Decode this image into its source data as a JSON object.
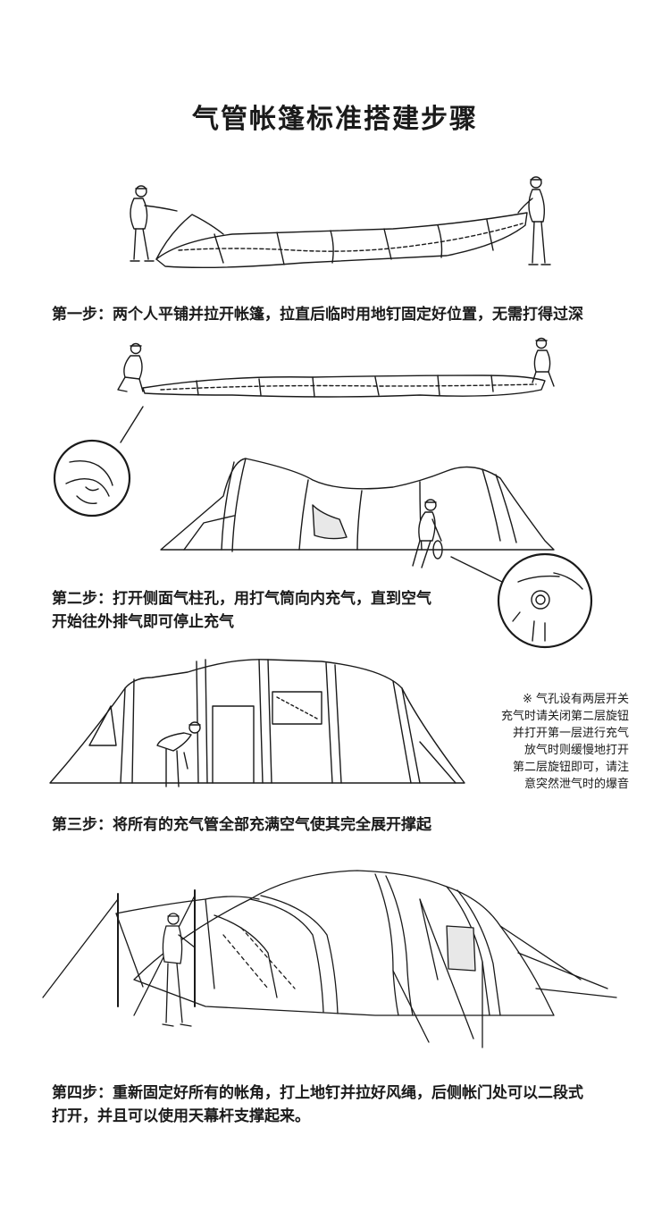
{
  "title": "气管帐篷标准搭建步骤",
  "steps": [
    {
      "text": "第一步：两个人平铺并拉开帐篷，拉直后临时用地钉固定好位置，无需打得过深"
    },
    {
      "text": "第二步：打开侧面气柱孔，用打气筒向内充气，直到空气\n开始往外排气即可停止充气"
    },
    {
      "text": "第三步：将所有的充气管全部充满空气使其完全展开撑起"
    },
    {
      "text": "第四步：重新固定好所有的帐角，打上地钉并拉好风绳，后侧帐门处可以二段式\n打开，并且可以使用天幕杆支撑起来。"
    }
  ],
  "note": "※ 气孔设有两层开关\n充气时请关闭第二层旋钮\n并打开第一层进行充气\n放气时则缓慢地打开\n第二层旋钮即可，请注\n意突然泄气时的爆音",
  "colors": {
    "line": "#1a1a1a",
    "fill": "#ffffff",
    "shade": "#e8e8e8"
  },
  "icons": {
    "step1": "people-unfolding-tent-illustration",
    "step1b": "people-staking-tent-illustration",
    "step2": "person-inflating-tent-illustration",
    "step3": "inflated-tent-illustration",
    "step4": "tent-with-guy-lines-illustration"
  }
}
